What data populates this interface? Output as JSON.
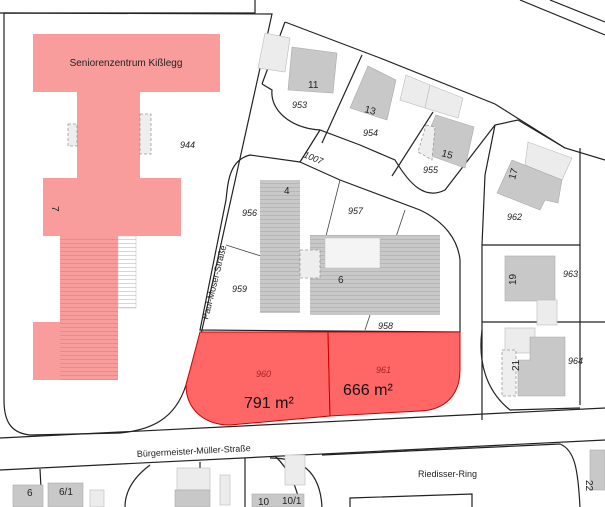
{
  "map": {
    "building_name": "Seniorenzentrum Kißlegg",
    "streets": {
      "paul_moser": "Paul-Moser-Straße",
      "buergermeister_mueller": "Bürgermeister-Müller-Straße",
      "riedisser_ring": "Riedisser-Ring"
    },
    "parcels": [
      "944",
      "953",
      "954",
      "955",
      "956",
      "957",
      "958",
      "959",
      "962",
      "963",
      "964",
      "1007"
    ],
    "house_numbers": [
      "7",
      "11",
      "13",
      "15",
      "17",
      "4",
      "6",
      "19",
      "21",
      "22",
      "6",
      "6/1",
      "10",
      "10/1"
    ],
    "highlighted_parcels": [
      {
        "id": "960",
        "area": "791 m²"
      },
      {
        "id": "961",
        "area": "666 m²"
      }
    ],
    "colors": {
      "highlight": "#ff6666",
      "building_highlight": "#f99c9c",
      "building": "#c8c8c8"
    }
  }
}
